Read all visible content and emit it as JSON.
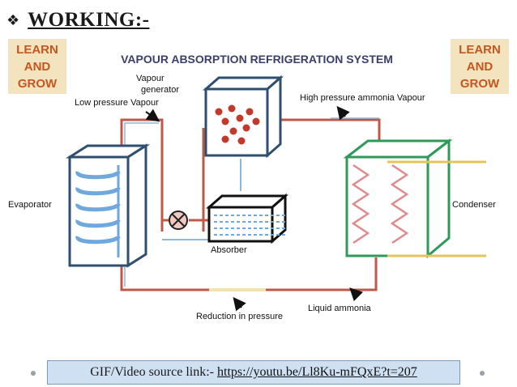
{
  "heading": {
    "bullet": "❖",
    "title": "WORKING:-"
  },
  "diagram": {
    "title": "VAPOUR ABSORPTION REFRIGERATION SYSTEM",
    "badge_left": [
      "LEARN",
      "AND",
      "GROW"
    ],
    "badge_right": [
      "LEARN",
      "AND",
      "GROW"
    ],
    "labels": {
      "vapour_generator_1": "Vapour",
      "vapour_generator_2": "generator",
      "low_pressure": "Low pressure Vapour",
      "high_pressure": "High pressure ammonia Vapour",
      "evaporator": "Evaporator",
      "condenser": "Condenser",
      "absorber": "Absorber",
      "liquid_ammonia": "Liquid ammonia",
      "reduction": "Reduction in pressure"
    },
    "colors": {
      "box": "#2f4f6f",
      "condenser": "#2e9a5a",
      "hot_pipe": "#c0584a",
      "cold_pipe": "#8fb7dc",
      "coil": "#6fa8dc",
      "badge_bg": "#f3e4bf",
      "badge_text": "#c4561f",
      "ball": "#c0392b"
    }
  },
  "footer": {
    "source_label": "GIF/Video source link:-",
    "source_url": "https://youtu.be/Ll8Ku-mFQxE?t=207"
  }
}
